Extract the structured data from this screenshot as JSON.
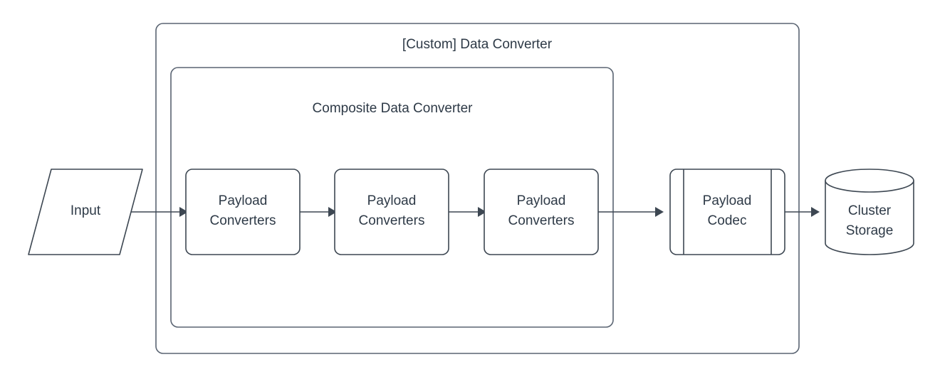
{
  "diagram": {
    "title": "[Custom] Data Converter",
    "background_color": "#ffffff",
    "stroke_color": "#3d4752",
    "container_stroke_color": "#5a6472",
    "text_color": "#2e3a47",
    "containers": [
      {
        "id": "custom-data-converter",
        "label": "[Custom] Data Converter",
        "shape": "rounded-rectangle"
      },
      {
        "id": "composite-data-converter",
        "label": "Composite Data Converter",
        "shape": "rounded-rectangle"
      }
    ],
    "nodes": [
      {
        "id": "input",
        "label": "Input",
        "shape": "parallelogram"
      },
      {
        "id": "payload-converters-1",
        "label_line1": "Payload",
        "label_line2": "Converters",
        "shape": "rounded-rectangle"
      },
      {
        "id": "payload-converters-2",
        "label_line1": "Payload",
        "label_line2": "Converters",
        "shape": "rounded-rectangle"
      },
      {
        "id": "payload-converters-3",
        "label_line1": "Payload",
        "label_line2": "Converters",
        "shape": "rounded-rectangle"
      },
      {
        "id": "payload-codec",
        "label_line1": "Payload",
        "label_line2": "Codec",
        "shape": "subprocess"
      },
      {
        "id": "cluster-storage",
        "label_line1": "Cluster",
        "label_line2": "Storage",
        "shape": "cylinder"
      }
    ],
    "edges": [
      {
        "id": "edge-input-to-pc1",
        "from": "input",
        "to": "payload-converters-1",
        "arrow": "solid-filled"
      },
      {
        "id": "edge-pc1-to-pc2",
        "from": "payload-converters-1",
        "to": "payload-converters-2",
        "arrow": "solid-filled"
      },
      {
        "id": "edge-pc2-to-pc3",
        "from": "payload-converters-2",
        "to": "payload-converters-3",
        "arrow": "solid-filled"
      },
      {
        "id": "edge-pc3-to-codec",
        "from": "payload-converters-3",
        "to": "payload-codec",
        "arrow": "solid-filled"
      },
      {
        "id": "edge-codec-to-storage",
        "from": "payload-codec",
        "to": "cluster-storage",
        "arrow": "solid-filled"
      }
    ]
  }
}
